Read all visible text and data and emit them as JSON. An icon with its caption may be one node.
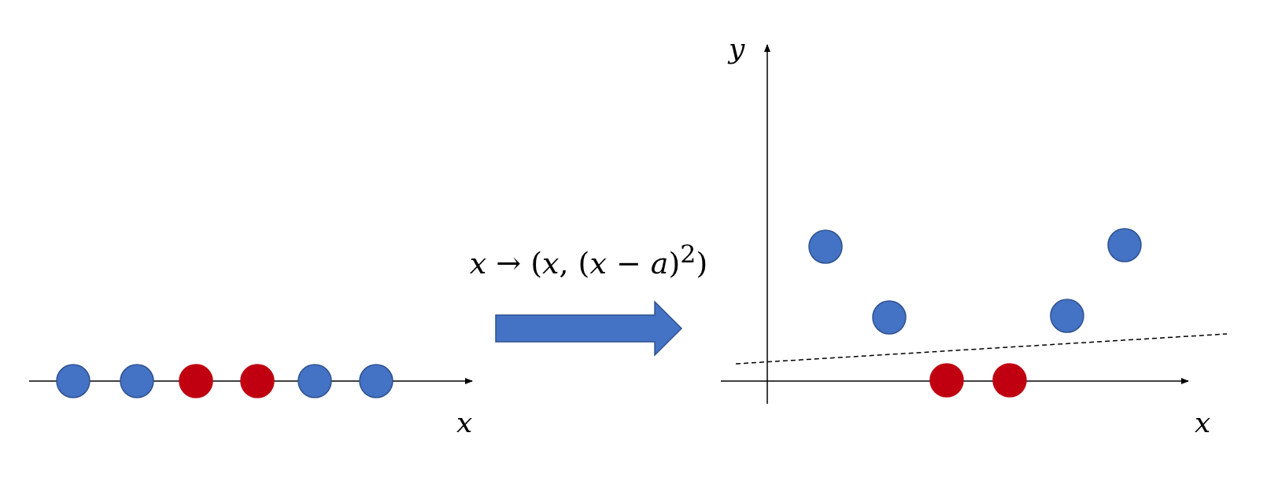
{
  "diagram": {
    "nodes": [
      {
        "text": [],
        "shape": "picture"
      },
      {
        "text": [],
        "shape": "picture"
      }
    ],
    "edges": [
      {
        "from": 0,
        "to": 1,
        "arrow": "to",
        "label": "*x* → (*x*, (*x* − *a*)$^{2}$)"
      }
    ],
    "labels": [
      "*y*",
      "*x*",
      "*x*"
    ]
  }
}
